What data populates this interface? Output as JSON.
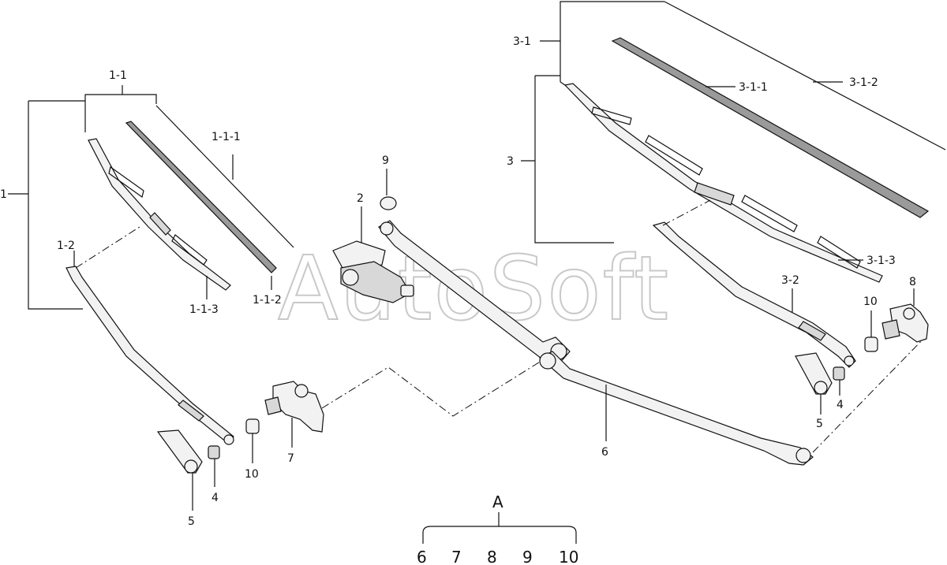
{
  "watermark": "AutoSoft",
  "callouts": {
    "c1": "1",
    "c1_1": "1-1",
    "c1_1_1": "1-1-1",
    "c1_1_2": "1-1-2",
    "c1_1_3": "1-1-3",
    "c1_2": "1-2",
    "c2": "2",
    "c3": "3",
    "c3_1": "3-1",
    "c3_1_1": "3-1-1",
    "c3_1_2": "3-1-2",
    "c3_1_3": "3-1-3",
    "c3_2": "3-2",
    "c4_left": "4",
    "c4_right": "4",
    "c5_left": "5",
    "c5_right": "5",
    "c6": "6",
    "c7": "7",
    "c8": "8",
    "c9": "9",
    "c10_left": "10",
    "c10_right": "10"
  },
  "group_a": {
    "title": "A",
    "members": [
      "6",
      "7",
      "8",
      "9",
      "10"
    ]
  }
}
